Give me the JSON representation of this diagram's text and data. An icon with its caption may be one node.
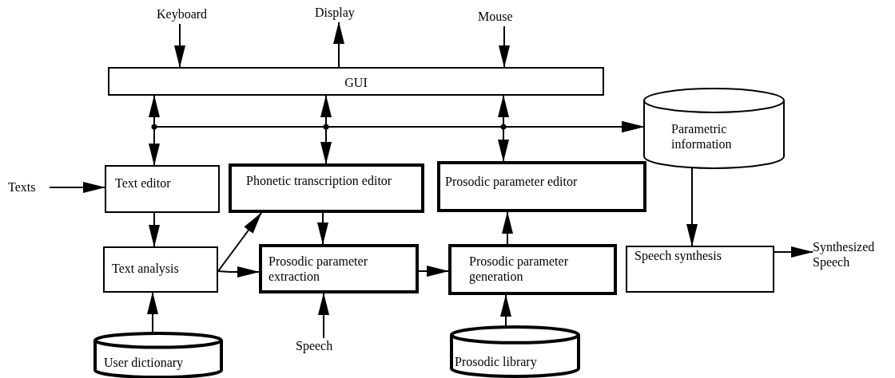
{
  "diagram": {
    "nodes": [
      {
        "text": [
          "Keyboard"
        ]
      },
      {
        "text": [
          "Display"
        ]
      },
      {
        "text": [
          "Mouse"
        ]
      },
      {
        "text": [
          "GUI"
        ]
      },
      {
        "text": [
          "Parametric information"
        ]
      },
      {
        "text": [
          "Texts"
        ]
      },
      {
        "text": [
          "Text editor"
        ]
      },
      {
        "text": [
          "Phonetic transcription editor"
        ]
      },
      {
        "text": [
          "Prosodic parameter editor"
        ]
      },
      {
        "text": [
          "Text analysis"
        ]
      },
      {
        "text": [
          "Prosodic parameter extraction"
        ]
      },
      {
        "text": [
          "Prosodic parameter generation"
        ]
      },
      {
        "text": [
          "Speech synthesis"
        ]
      },
      {
        "text": [
          "Synthesized Speech"
        ]
      },
      {
        "text": [
          "User dictionary"
        ]
      },
      {
        "text": [
          "Speech"
        ]
      },
      {
        "text": [
          "Prosodic library"
        ]
      }
    ],
    "edges": [
      {
        "from": 0,
        "to": 3,
        "arrow": "to"
      },
      {
        "from": 3,
        "to": 1,
        "arrow": "to"
      },
      {
        "from": 2,
        "to": 3,
        "arrow": "to"
      },
      {
        "from": 3,
        "to": 6,
        "arrow": "both"
      },
      {
        "from": 3,
        "to": 7,
        "arrow": "both"
      },
      {
        "from": 3,
        "to": 8,
        "arrow": "both"
      },
      {
        "from": 6,
        "to": 4,
        "arrow": "to"
      },
      {
        "from": 7,
        "to": 4,
        "arrow": "to"
      },
      {
        "from": 8,
        "to": 4,
        "arrow": "to"
      },
      {
        "from": 4,
        "to": 12,
        "arrow": "to"
      },
      {
        "from": 5,
        "to": 6,
        "arrow": "to"
      },
      {
        "from": 6,
        "to": 9,
        "arrow": "to"
      },
      {
        "from": 9,
        "to": 7,
        "arrow": "to"
      },
      {
        "from": 9,
        "to": 10,
        "arrow": "to"
      },
      {
        "from": 7,
        "to": 10,
        "arrow": "to"
      },
      {
        "from": 10,
        "to": 11,
        "arrow": "to"
      },
      {
        "from": 11,
        "to": 8,
        "arrow": "to"
      },
      {
        "from": 14,
        "to": 9,
        "arrow": "to"
      },
      {
        "from": 15,
        "to": 10,
        "arrow": "to"
      },
      {
        "from": 16,
        "to": 11,
        "arrow": "to"
      },
      {
        "from": 12,
        "to": 13,
        "arrow": "to"
      }
    ]
  }
}
